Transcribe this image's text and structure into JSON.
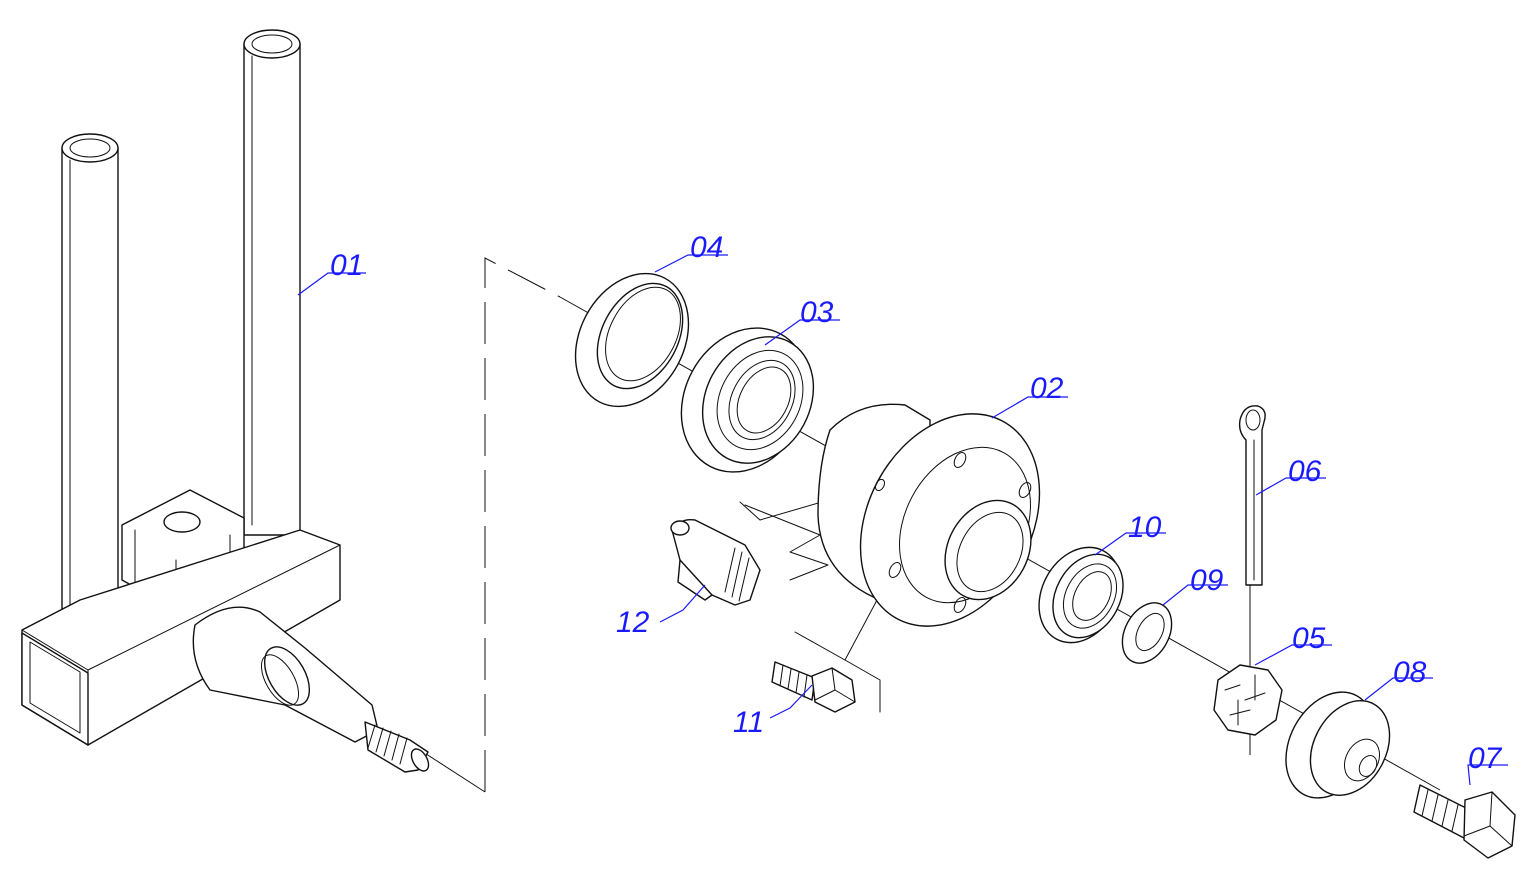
{
  "diagram": {
    "callouts": [
      {
        "id": "01",
        "label": "01"
      },
      {
        "id": "02",
        "label": "02"
      },
      {
        "id": "03",
        "label": "03"
      },
      {
        "id": "04",
        "label": "04"
      },
      {
        "id": "05",
        "label": "05"
      },
      {
        "id": "06",
        "label": "06"
      },
      {
        "id": "07",
        "label": "07"
      },
      {
        "id": "08",
        "label": "08"
      },
      {
        "id": "09",
        "label": "09"
      },
      {
        "id": "10",
        "label": "10"
      },
      {
        "id": "11",
        "label": "11"
      },
      {
        "id": "12",
        "label": "12"
      }
    ],
    "colors": {
      "callout": "#1a1aff",
      "line": "#111111",
      "background": "#ffffff"
    }
  }
}
